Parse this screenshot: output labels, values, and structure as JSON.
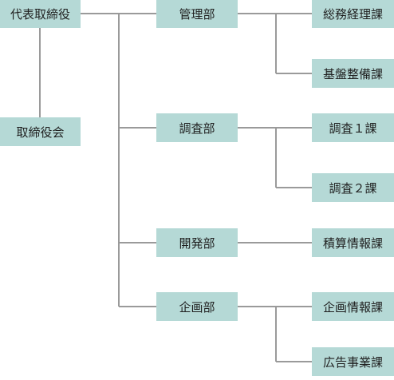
{
  "org_chart": {
    "ceo": "代表取締役",
    "board": "取締役会",
    "departments": [
      {
        "name": "管理部",
        "sections": [
          "総務経理課",
          "基盤整備課"
        ]
      },
      {
        "name": "調査部",
        "sections": [
          "調査１課",
          "調査２課"
        ]
      },
      {
        "name": "開発部",
        "sections": [
          "積算情報課"
        ]
      },
      {
        "name": "企画部",
        "sections": [
          "企画情報課",
          "広告事業課"
        ]
      }
    ]
  },
  "colors": {
    "box_fill": "#b5d9d6",
    "connector": "#9a9a9a",
    "text": "#1f1f1f"
  }
}
